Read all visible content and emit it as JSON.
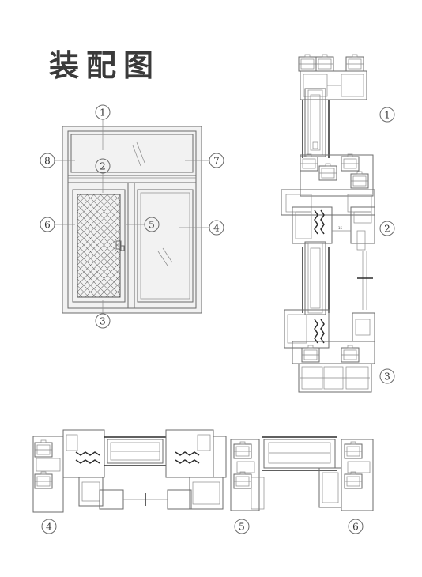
{
  "title": "装配图",
  "callouts": {
    "c1": "1",
    "c2": "2",
    "c3": "3",
    "c4": "4",
    "c5": "5",
    "c6": "6",
    "c7": "7",
    "c8": "8"
  },
  "section_labels": {
    "s1": "1",
    "s2": "2",
    "s3": "3",
    "s4": "4",
    "s5": "5",
    "s6": "6"
  }
}
